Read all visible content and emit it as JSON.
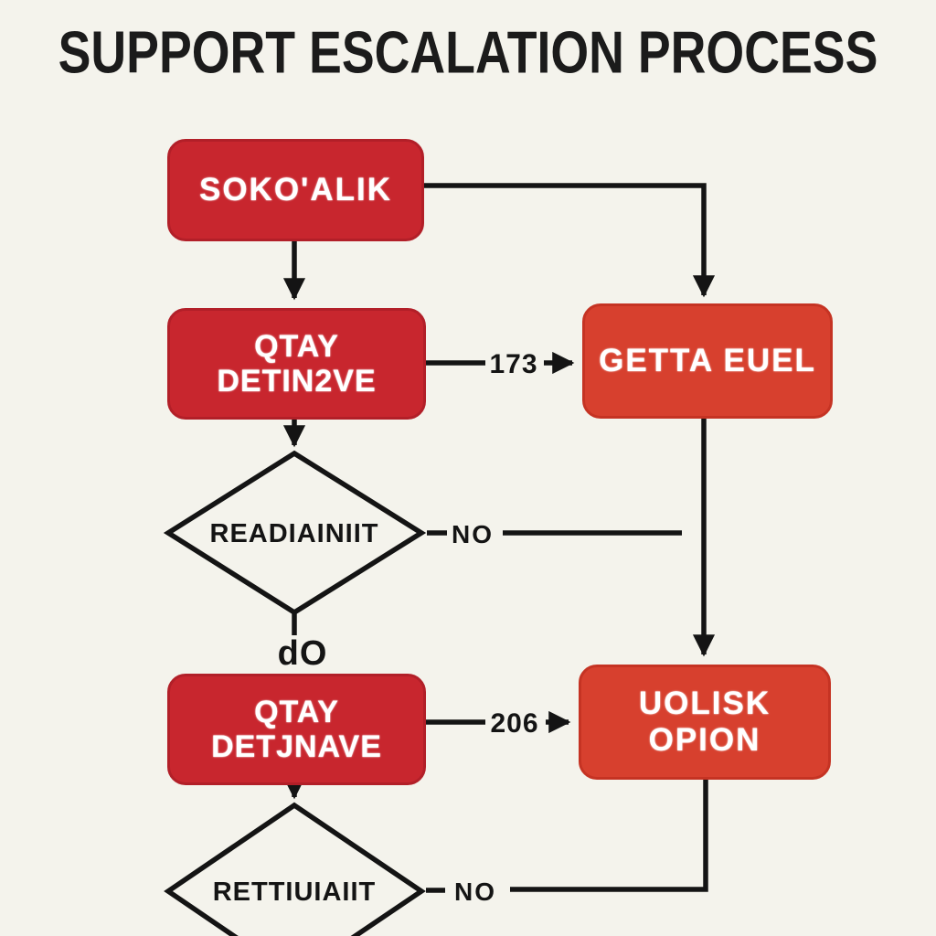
{
  "title": "SUPPORT ESCALATION PROCESS",
  "colors": {
    "background": "#F4F3EC",
    "box_crimson": "#C8262E",
    "box_vermillion": "#D7402E",
    "connector_black": "#141414",
    "box_text": "#FFFFFF"
  },
  "nodes": {
    "start": {
      "label": "SOKO'ALIK"
    },
    "triage": {
      "line1": "QTAY",
      "line2": "DETIN2VE"
    },
    "escalate_top": {
      "label": "GETTA EUEL"
    },
    "decision_top": {
      "label": "READIAINIIT"
    },
    "retry": {
      "line1": "QTAY",
      "line2": "DETJNAVE"
    },
    "escalate_bottom": {
      "label": "UOLISK OPION"
    },
    "decision_bottom": {
      "label": "RETTIUIAIIT"
    }
  },
  "edge_labels": {
    "triage_to_escalate": "173",
    "retry_to_escalate": "206",
    "decision_top_no": "NO",
    "decision_top_down": "dO",
    "decision_bottom_no": "NO"
  }
}
